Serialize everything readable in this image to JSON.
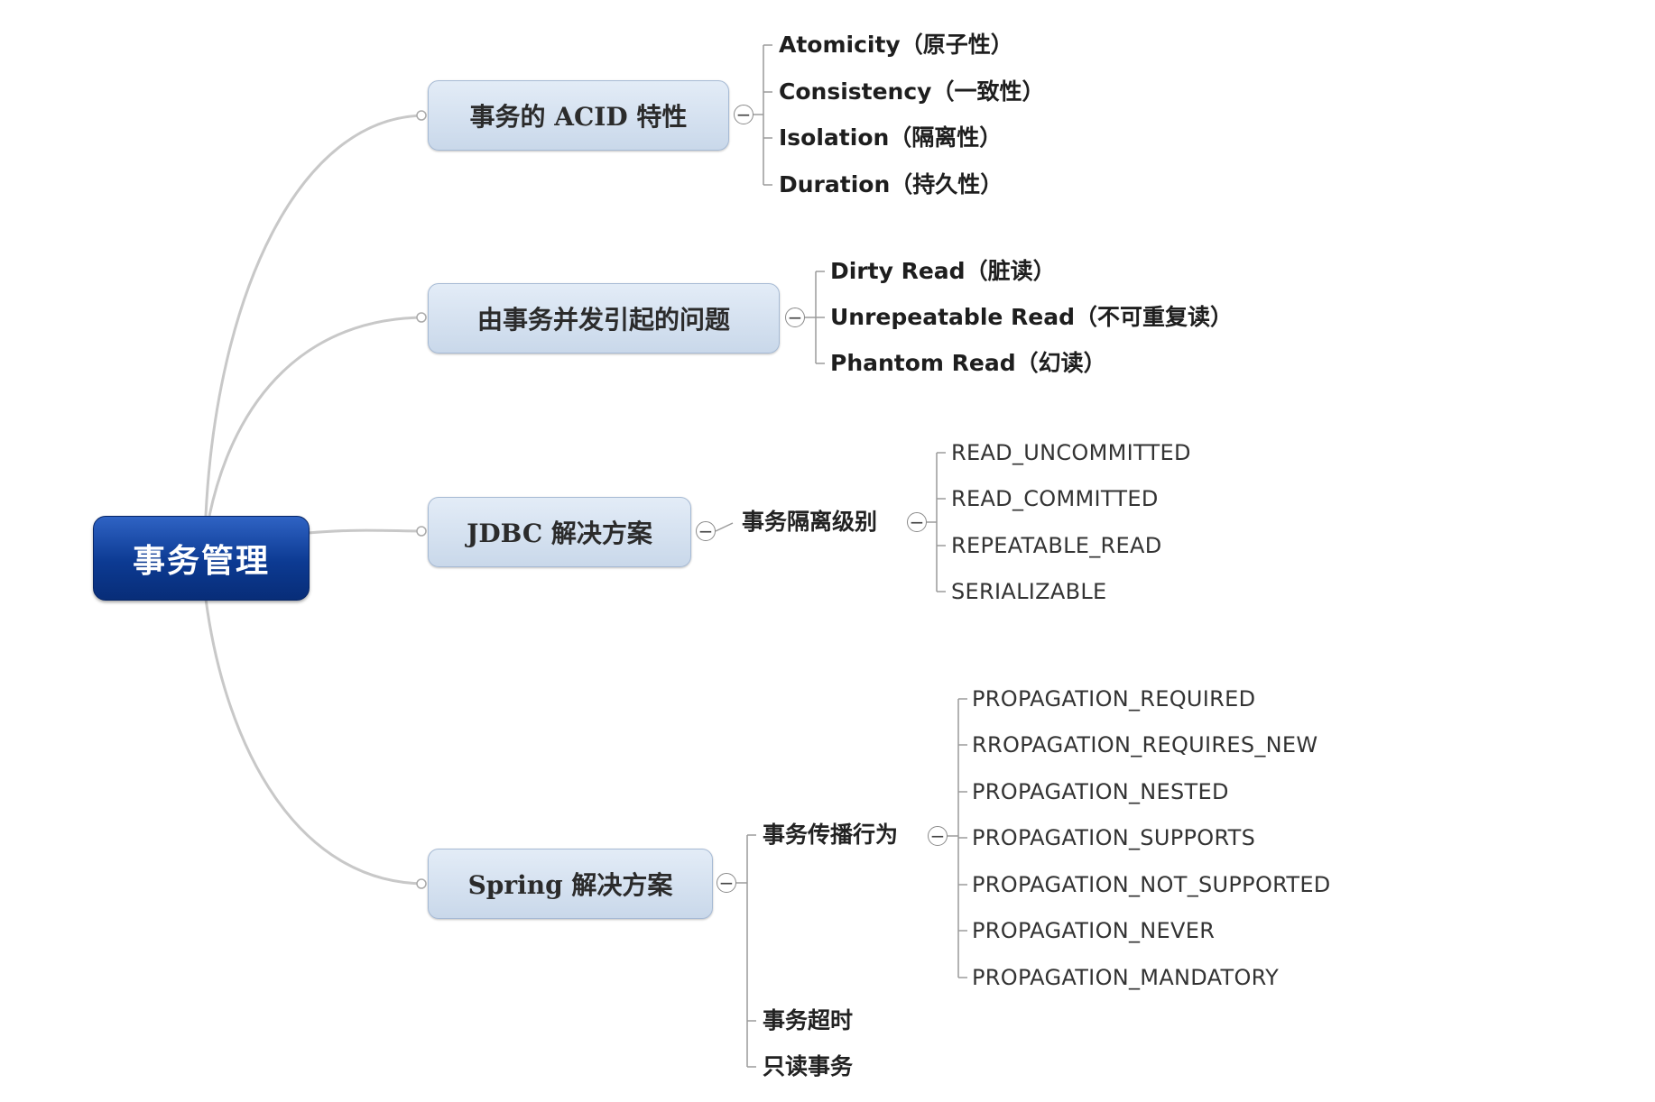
{
  "root": {
    "label": "事务管理"
  },
  "branches": [
    {
      "label": "事务的 ACID 特性",
      "children": [
        "Atomicity（原子性）",
        "Consistency（一致性）",
        "Isolation（隔离性）",
        "Duration（持久性）"
      ]
    },
    {
      "label": "由事务并发引起的问题",
      "children": [
        "Dirty Read（脏读）",
        "Unrepeatable Read（不可重复读）",
        "Phantom Read（幻读）"
      ]
    },
    {
      "label": "JDBC 解决方案",
      "sub": {
        "label": "事务隔离级别",
        "children": [
          "READ_UNCOMMITTED",
          "READ_COMMITTED",
          "REPEATABLE_READ",
          "SERIALIZABLE"
        ]
      }
    },
    {
      "label": "Spring 解决方案",
      "sub": {
        "label": "事务传播行为",
        "children": [
          "PROPAGATION_REQUIRED",
          "RROPAGATION_REQUIRES_NEW",
          "PROPAGATION_NESTED",
          "PROPAGATION_SUPPORTS",
          "PROPAGATION_NOT_SUPPORTED",
          "PROPAGATION_NEVER",
          "PROPAGATION_MANDATORY"
        ]
      },
      "extra": [
        "事务超时",
        "只读事务"
      ]
    }
  ],
  "toggle_symbol": "−",
  "colors": {
    "root": "#0c3a92",
    "branch": "#c9d8ea",
    "link": "#c8c8c8",
    "bracket": "#9a9a9a"
  }
}
